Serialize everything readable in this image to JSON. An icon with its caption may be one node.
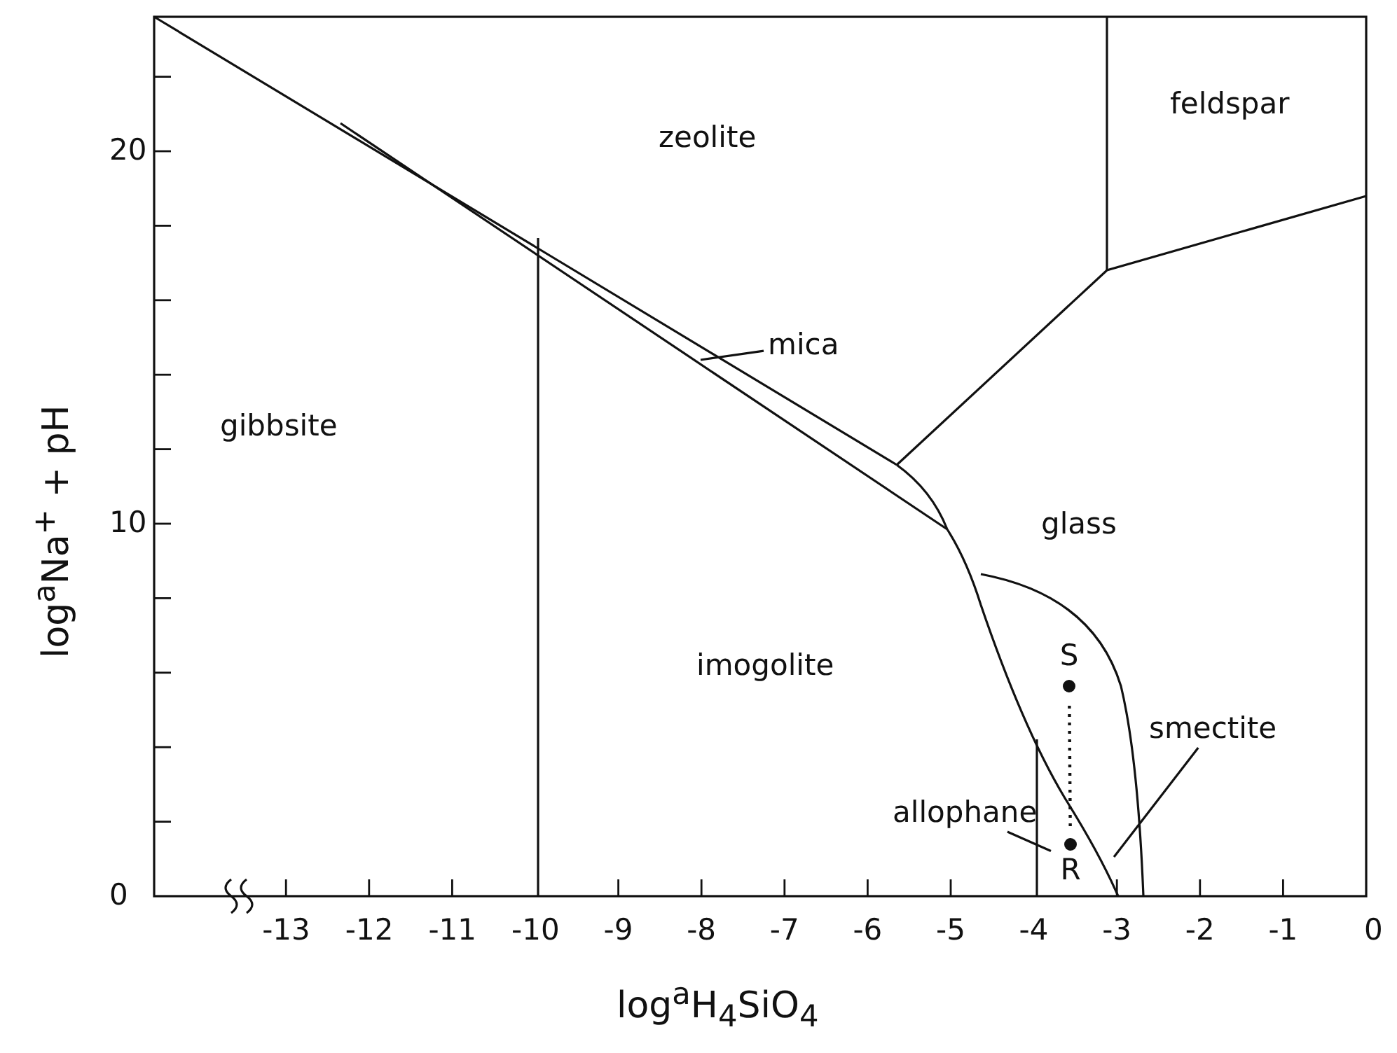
{
  "diagram": {
    "nodes": [
      {
        "text": [
          "zeolite"
        ]
      },
      {
        "text": [
          "feldspar"
        ]
      },
      {
        "text": [
          "mica"
        ]
      },
      {
        "text": [
          "gibbsite"
        ]
      },
      {
        "text": [
          "glass"
        ]
      },
      {
        "text": [
          "imogolite"
        ]
      },
      {
        "text": [
          "S"
        ]
      },
      {
        "text": [
          "smectite"
        ]
      },
      {
        "text": [
          "allophane"
        ]
      },
      {
        "text": [
          "R"
        ]
      }
    ],
    "edges": [
      {
        "from": 2,
        "to": null,
        "arrow": "none"
      },
      {
        "from": 6,
        "to": 9,
        "arrow": "none",
        "style": "dashed"
      },
      {
        "from": 7,
        "to": null,
        "arrow": "none"
      },
      {
        "from": 8,
        "to": 9,
        "arrow": "none"
      }
    ],
    "labels": [
      "20",
      "10",
      "log$^{a}$Na$^{+}$ + pH",
      "0",
      "-13",
      "-12",
      "-11",
      "-10",
      "-9",
      "-8",
      "-7",
      "-6",
      "-5",
      "-4",
      "-3",
      "-2",
      "-1",
      "0",
      "log$^{a}$H$_{4}$SiO$_{4}$"
    ]
  }
}
